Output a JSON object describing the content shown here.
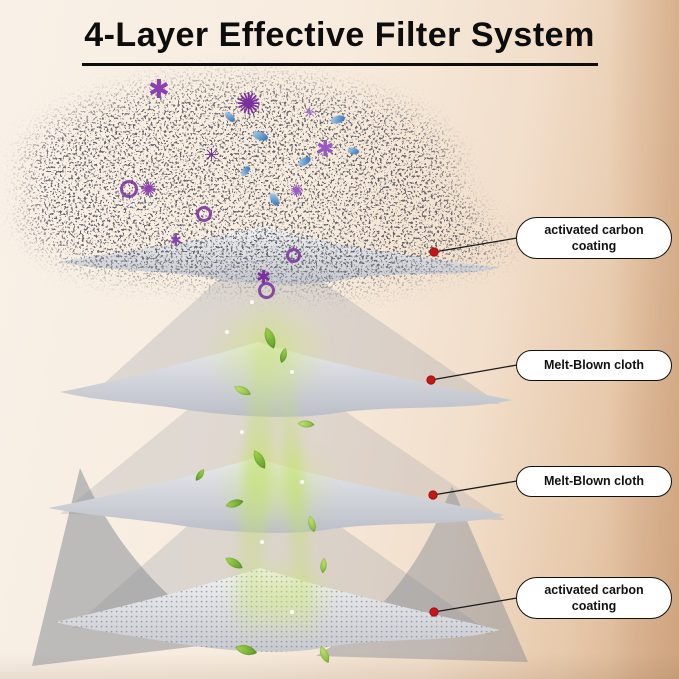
{
  "title": "4-Layer Effective Filter System",
  "callouts": [
    {
      "label": "activated carbon coating"
    },
    {
      "label": "Melt-Blown cloth"
    },
    {
      "label": "Melt-Blown cloth"
    },
    {
      "label": "activated carbon coating"
    }
  ],
  "icons": {
    "virus_star": "✱",
    "virus_asterisk": "✳",
    "virus_burst": "✺"
  },
  "colors": {
    "title": "#0d0d0d",
    "callout_bg": "#ffffff",
    "callout_border": "#111111",
    "connector_dot": "#c61616",
    "filter_sheet": "#c9cbd2",
    "virus_purple": "#8b3fb0",
    "particle_blue": "#2e6fb2",
    "leaf_green": "#5f9e2b",
    "clean_air_glow": "#cde86b",
    "background": "#f6ebdd"
  }
}
